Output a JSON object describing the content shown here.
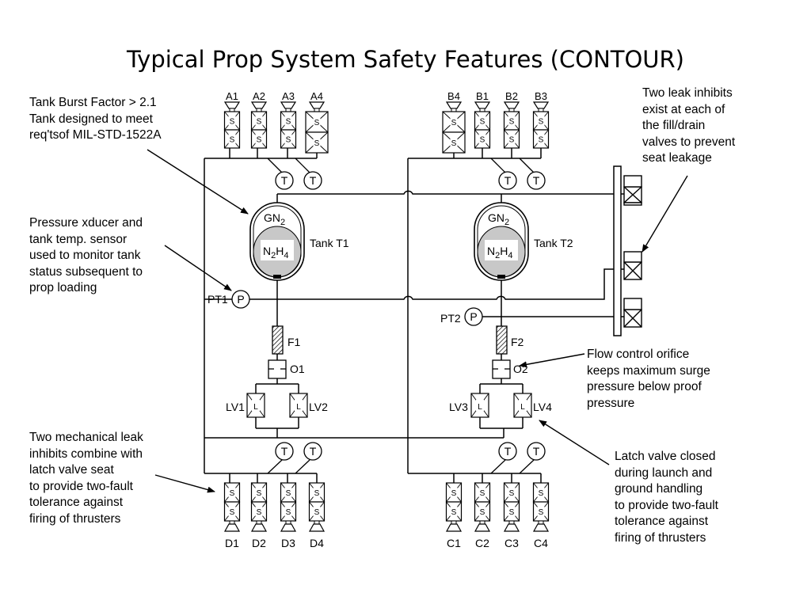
{
  "title": "Typical Prop System Safety Features (CONTOUR)",
  "notes": {
    "tank_burst": "Tank Burst Factor > 2.1\nTank designed to meet\nreq'tsof MIL-STD-1522A",
    "pressure_xducer": "Pressure xducer and\ntank temp. sensor\nused to monitor tank\nstatus subsequent to\nprop loading",
    "mech_leak": "Two mechanical leak\ninhibits combine with\nlatch valve seat\nto provide two-fault\ntolerance against\nfiring of thrusters",
    "fill_drain": "Two leak inhibits\nexist at each of\nthe fill/drain\nvalves to prevent\nseat leakage",
    "flow_orifice": "Flow control orifice\nkeeps maximum surge\npressure below proof\npressure",
    "latch_valve": "Latch valve closed\nduring launch and\nground handling\nto provide two-fault\ntolerance against\nfiring of thrusters"
  },
  "thrusters": {
    "bank_a": [
      "A1",
      "A2",
      "A3",
      "A4"
    ],
    "bank_b": [
      "B4",
      "B1",
      "B2",
      "B3"
    ],
    "bank_d": [
      "D1",
      "D2",
      "D3",
      "D4"
    ],
    "bank_c": [
      "C1",
      "C2",
      "C3",
      "C4"
    ]
  },
  "valve_glyph": "S",
  "latch_glyph": "L",
  "temp_glyph": "T",
  "pressure_glyph": "P",
  "tank1": {
    "gas": "GN",
    "gas_sub": "2",
    "prop": "N",
    "prop_sub1": "2",
    "prop_mid": "H",
    "prop_sub2": "4",
    "label": "Tank T1"
  },
  "tank2": {
    "gas": "GN",
    "gas_sub": "2",
    "prop": "N",
    "prop_sub1": "2",
    "prop_mid": "H",
    "prop_sub2": "4",
    "label": "Tank T2"
  },
  "components": {
    "pt1": "PT1",
    "pt2": "PT2",
    "f1": "F1",
    "f2": "F2",
    "o1": "O1",
    "o2": "O2",
    "lv1": "LV1",
    "lv2": "LV2",
    "lv3": "LV3",
    "lv4": "LV4"
  },
  "colors": {
    "propellant_fill": "#c8c8c8",
    "filter_hatch": "#000000"
  }
}
